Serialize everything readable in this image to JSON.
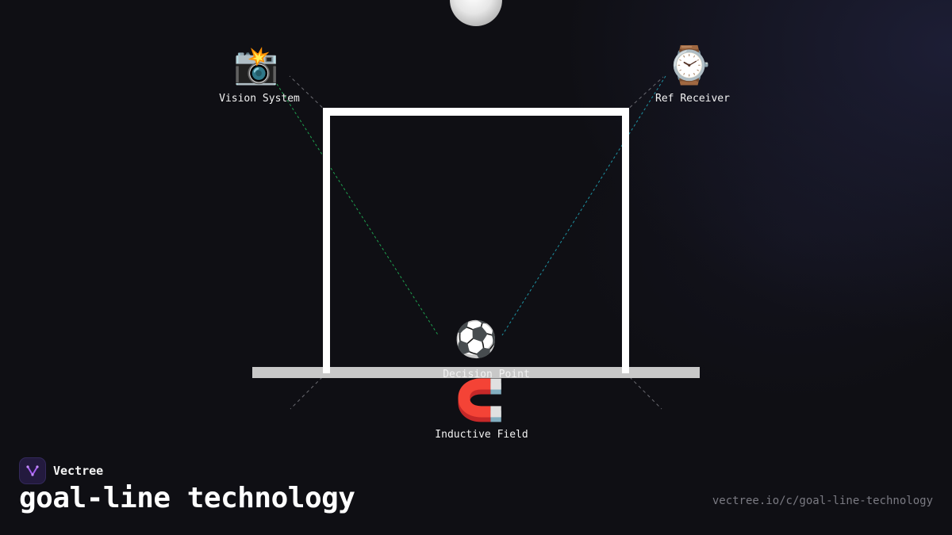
{
  "brand": {
    "name": "Vectree",
    "accent": "#a45cf0"
  },
  "title": "goal-line technology",
  "url": "vectree.io/c/goal-line-technology",
  "diagram": {
    "nodes": [
      {
        "id": "vision",
        "label": "Vision System",
        "icon": "camera-with-flash-icon",
        "glyph": "📸"
      },
      {
        "id": "ref",
        "label": "Ref Receiver",
        "icon": "watch-icon",
        "glyph": "⌚"
      },
      {
        "id": "decision",
        "label": "Decision Point",
        "icon": "soccer-ball-icon",
        "glyph": "⚽"
      },
      {
        "id": "field",
        "label": "Inductive Field",
        "icon": "magnet-icon",
        "glyph": "🧲"
      }
    ],
    "edges": [
      {
        "from": "vision",
        "to": "decision",
        "color": "#22c55e",
        "style": "dashed"
      },
      {
        "from": "ref",
        "to": "decision",
        "color": "#22b3c5",
        "style": "dashed"
      }
    ],
    "colors": {
      "goal_frame": "#ffffff",
      "goal_line": "#c8c8c8",
      "guide_lines": "#6b6b72"
    }
  }
}
